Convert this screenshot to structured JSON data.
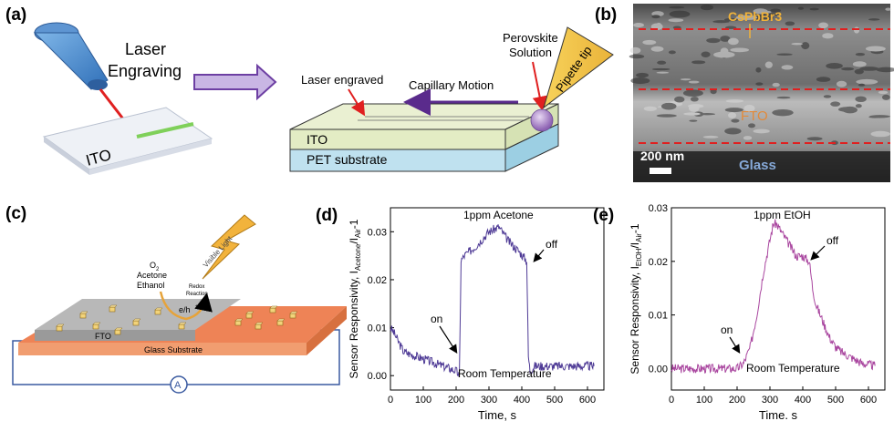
{
  "panels": {
    "a": {
      "label": "(a)",
      "laser_text_line1": "Laser",
      "laser_text_line2": "Engraving",
      "ito_text": "ITO",
      "laser_engraved": "Laser engraved",
      "capillary": "Capillary Motion",
      "perovskite_line1": "Perovskite",
      "perovskite_line2": "Solution",
      "pipette": "Pipette tip",
      "ito_layer": "ITO",
      "pet_layer": "PET substrate"
    },
    "b": {
      "label": "(b)",
      "cspbbr3": "CsPbBr3",
      "fto": "FTO",
      "glass": "Glass",
      "scale": "200 nm"
    },
    "c": {
      "label": "(c)",
      "o2": "O",
      "o2_sub": "2",
      "acetone": "Acetone",
      "ethanol": "Ethanol",
      "redox_line1": "Redox",
      "redox_line2": "Reaction",
      "eh": "e/h",
      "eh_sup": "+",
      "visible_light": "Visible Light",
      "fto": "FTO",
      "glass_substrate": "Glass Substrate",
      "ammeter": "A"
    }
  },
  "chart_data": [
    {
      "type": "line",
      "panel_label": "(d)",
      "title": "1ppm Acetone",
      "xlabel": "Time, s",
      "ylabel_main": "Sensor Responsivity, I",
      "ylabel_sub1": "Acetone",
      "ylabel_mid": "/I",
      "ylabel_sub2": "Air",
      "ylabel_end": "-1",
      "xlim": [
        0,
        650
      ],
      "ylim": [
        -0.003,
        0.035
      ],
      "x_ticks": [
        0,
        100,
        200,
        300,
        400,
        500,
        600
      ],
      "y_ticks": [
        0.0,
        0.01,
        0.02,
        0.03
      ],
      "y_tick_labels": [
        "0.00",
        "0.01",
        "0.02",
        "0.03"
      ],
      "annotation_on": "on",
      "annotation_off": "off",
      "condition": "Room Temperature",
      "color": "#4f3b96",
      "series": [
        {
          "x": [
            0,
            10,
            40,
            80,
            120,
            160,
            200,
            210,
            215,
            225,
            260,
            300,
            330,
            360,
            390,
            415,
            420,
            425,
            440,
            480,
            520,
            560,
            600,
            620
          ],
          "y": [
            0.01,
            0.009,
            0.005,
            0.004,
            0.003,
            0.002,
            0.001,
            0.0,
            0.024,
            0.025,
            0.027,
            0.03,
            0.031,
            0.028,
            0.026,
            0.024,
            0.004,
            0.001,
            0.002,
            0.002,
            0.002,
            0.002,
            0.002,
            0.002
          ]
        }
      ]
    },
    {
      "type": "line",
      "panel_label": "(e)",
      "title": "1ppm EtOH",
      "xlabel": "Time. s",
      "ylabel_main": "Sensor Responsivity, I",
      "ylabel_sub1": "EtOH",
      "ylabel_mid": "/I",
      "ylabel_sub2": "Air",
      "ylabel_end": "-1",
      "xlim": [
        0,
        650
      ],
      "ylim": [
        -0.004,
        0.03
      ],
      "x_ticks": [
        0,
        100,
        200,
        300,
        400,
        500,
        600
      ],
      "y_ticks": [
        0.0,
        0.01,
        0.02,
        0.03
      ],
      "y_tick_labels": [
        "0.00",
        "0.01",
        "0.02",
        "0.03"
      ],
      "annotation_on": "on",
      "annotation_off": "off",
      "condition": "Room Temperature",
      "color": "#a9469f",
      "series": [
        {
          "x": [
            0,
            50,
            100,
            150,
            200,
            220,
            240,
            260,
            280,
            300,
            310,
            320,
            340,
            360,
            380,
            400,
            420,
            430,
            440,
            460,
            480,
            500,
            520,
            550,
            580,
            620
          ],
          "y": [
            0.0,
            0.0,
            0.0,
            0.0,
            0.0,
            0.001,
            0.004,
            0.01,
            0.018,
            0.024,
            0.027,
            0.027,
            0.025,
            0.023,
            0.021,
            0.021,
            0.02,
            0.015,
            0.012,
            0.009,
            0.006,
            0.004,
            0.003,
            0.002,
            0.001,
            0.0005
          ]
        }
      ]
    }
  ]
}
